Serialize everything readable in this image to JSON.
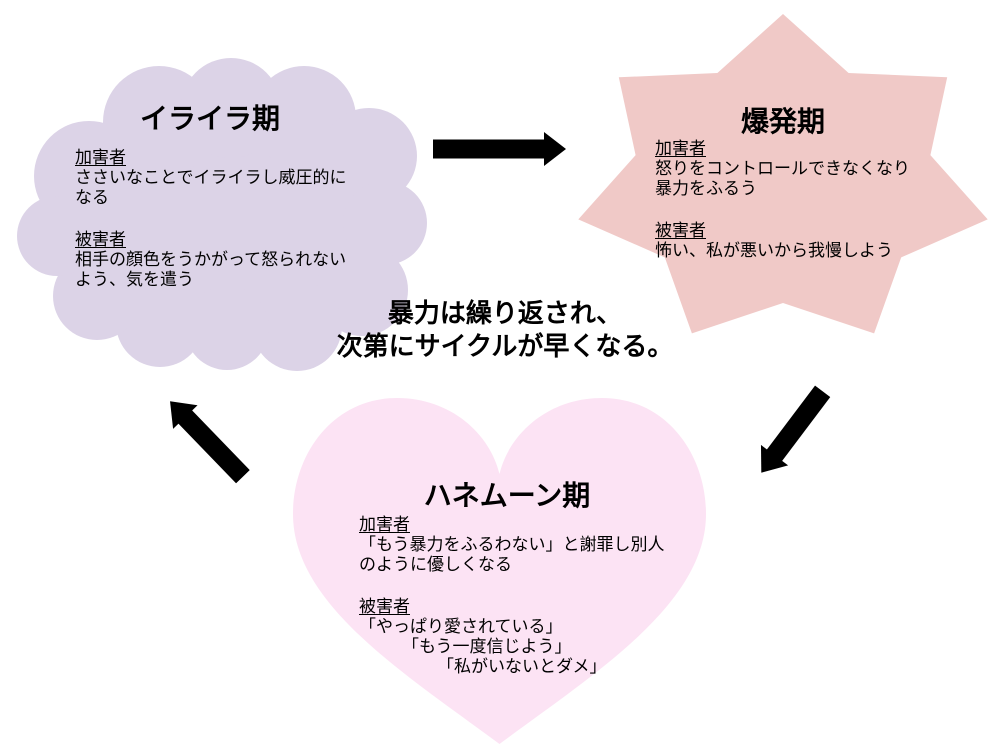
{
  "diagram": {
    "background": "#ffffff",
    "arrow_color": "#000000",
    "center_note": {
      "lines": [
        "暴力は繰り返され、",
        "次第にサイクルが早くなる。"
      ]
    },
    "phases": {
      "irritation": {
        "shape": "cloud",
        "fill": "#dcd3e7",
        "title": "イライラ期",
        "sections": [
          {
            "role": "加害者",
            "lines": [
              "ささいなことでイライラし威圧的に",
              "なる"
            ]
          },
          {
            "role": "被害者",
            "lines": [
              "相手の顔色をうかがって怒られない",
              "よう、気を遣う"
            ]
          }
        ]
      },
      "explosion": {
        "shape": "star",
        "fill": "#f0c9c7",
        "title": "爆発期",
        "sections": [
          {
            "role": "加害者",
            "lines": [
              "怒りをコントロールできなくなり",
              "暴力をふるう"
            ]
          },
          {
            "role": "被害者",
            "lines": [
              "怖い、私が悪いから我慢しよう"
            ]
          }
        ]
      },
      "honeymoon": {
        "shape": "heart",
        "fill": "#fce3f4",
        "title": "ハネムーン期",
        "sections": [
          {
            "role": "加害者",
            "lines": [
              "「もう暴力をふるわない」と謝罪し別人",
              "のように優しくなる"
            ]
          },
          {
            "role": "被害者",
            "lines": [
              "「やっぱり愛されている」",
              "「もう一度信じよう」",
              "「私がいないとダメ」"
            ]
          }
        ]
      }
    },
    "arrows": [
      {
        "from": "irritation",
        "to": "explosion",
        "direction": "right"
      },
      {
        "from": "explosion",
        "to": "honeymoon",
        "direction": "down-left"
      },
      {
        "from": "honeymoon",
        "to": "irritation",
        "direction": "up-left"
      }
    ]
  }
}
